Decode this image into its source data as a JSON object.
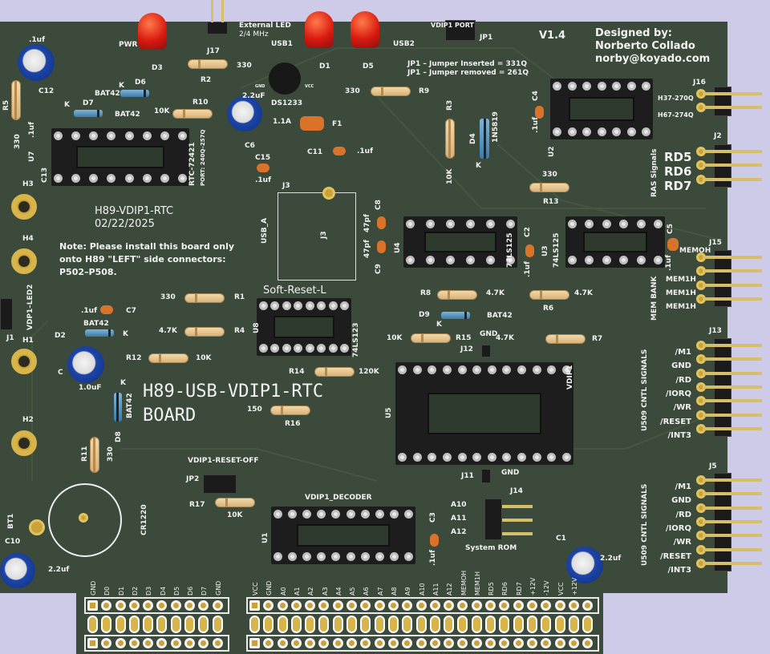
{
  "top": {
    "pwr": "PWR",
    "d3": "D3",
    "ext1": "External LED",
    "ext2": "2/4 MHz",
    "j17": "J17",
    "r2v": "330",
    "r2": "R2",
    "usb1": "USB1",
    "d1": "D1",
    "d5": "D5",
    "usb2": "USB2",
    "vdip_port": "VDIP1 PORT",
    "jp1": "JP1",
    "ver": "V1.4",
    "designed": "Designed by:",
    "name": "Norberto Collado",
    "email": "norby@koyado.com",
    "jp_in": "JP1 – Jumper Inserted  = 331Q",
    "jp_out": "JP1 – Jumper removed  = 261Q",
    "r9v": "330",
    "r9": "R9",
    "ds": "DS1233",
    "gnd": "GND",
    "vcc": "VCC"
  },
  "left": {
    "c12v": ".1uf",
    "c12": "C12",
    "r5": "R5",
    "bat1": "BAT42",
    "k1": "K",
    "d6": "D6",
    "k2": "K",
    "d7": "D7",
    "bat2": "BAT42",
    "r10v": "10K",
    "r10": "R10",
    "c6v": "2.2uF",
    "c6": "C6",
    "f1v": "1.1A",
    "f1": "F1",
    "c11": "C11",
    "c11v": ".1uf",
    "c15": "C15",
    "c15v": ".1uf",
    "u7c": ".1uf",
    "u7r": "330",
    "u7": "U7",
    "c13": "C13",
    "rtc": "RTC-72421",
    "port": "PORT: 240Q–257Q"
  },
  "right": {
    "r3": "R3",
    "r3v": "10K",
    "d4": "D4",
    "d4v": "1N5819",
    "k": "K",
    "c4": "C4",
    "c4v": ".1uf",
    "u2": "U2",
    "j16": "J16",
    "h37": "H37-270Q",
    "h67": "H67-274Q",
    "r13v": "330",
    "r13": "R13",
    "j2": "J2",
    "ras": "RAS Signals",
    "rd5": "RD5",
    "rd6": "RD6",
    "rd7": "RD7"
  },
  "mid": {
    "h3": "H3",
    "title": "H89-VDIP1-RTC",
    "date": "02/22/2025",
    "usba": "USB_A",
    "j3a": "J3",
    "j3b": "J3",
    "c8": "C8",
    "p47a": "47pf",
    "p47b": "47pf",
    "c9": "C9",
    "u4": "U4",
    "ls1": "74LS125",
    "c2": "C2",
    "c2v": ".1uf",
    "u3": "U3",
    "ls2": "74LS125",
    "c5": "C5",
    "c5v": ".1uf",
    "memoh": "MEMOH",
    "j15": "J15",
    "membank": "MEM BANK",
    "mem1": "MEM1H",
    "mem2": "MEM1H",
    "mem3": "MEM1H",
    "h4": "H4",
    "note1": "Note: Please install this board only",
    "note2": "onto H89 \"LEFT\" side connectors:",
    "note3": "P502–P508."
  },
  "center": {
    "soft": "Soft-Reset-L",
    "u8": "U8",
    "ls123": "74LS123",
    "r8": "R8",
    "r8v": "4.7K",
    "r6v": "4.7K",
    "r6": "R6",
    "d9": "D9",
    "bat": "BAT42",
    "k": "K",
    "r15v": "10K",
    "r15": "R15",
    "gnd": "GND",
    "j12": "J12",
    "r7v": "4.7K",
    "r7": "R7",
    "j13": "J13"
  },
  "lower": {
    "r1v": "330",
    "r1": "R1",
    "c7v": ".1uf",
    "c7": "C7",
    "r4v": "4.7K",
    "r4": "R4",
    "d2": "D2",
    "bat1": "BAT42",
    "k1": "K",
    "j1": "J1",
    "vled": "VDP1–LED2",
    "h1": "H1",
    "cc": "C",
    "c1v": "1.0uF",
    "r12": "R12",
    "r12v": "10K",
    "r14": "R14",
    "r14v": "120K",
    "vdip1": "VDIP1",
    "u5": "U5",
    "board1": "H89-USB-VDIP1-RTC",
    "board2": "BOARD",
    "k2": "K",
    "bat2": "BAT42",
    "d8": "D8",
    "r16v": "150",
    "r16": "R16",
    "h2": "H2",
    "r11": "R11",
    "r11v": "330"
  },
  "bottom": {
    "reset": "VDIP1-RESET-OFF",
    "jp2": "JP2",
    "r17": "R17",
    "r17v": "10K",
    "decoder": "VDIP1_DECODER",
    "u1": "U1",
    "c3": "C3",
    "c3v": ".1uf",
    "j11": "J11",
    "gnd": "GND",
    "j14": "J14",
    "a10": "A10",
    "a11": "A11",
    "a12": "A12",
    "rom": "System ROM",
    "cr": "CR1220",
    "bt1": "BT1",
    "c10": "C10",
    "c10v": "2.2uf",
    "c1": "C1",
    "c1v": "2.2uf",
    "j5": "J5",
    "cntl1": "U509 CNTL SIGNALS",
    "cntl2": "U509 CNTL SIGNALS"
  },
  "j13_pins": [
    "/M1",
    "GND",
    "/RD",
    "/IORQ",
    "/WR",
    "/RESET",
    "/INT3"
  ],
  "j5_pins": [
    "/M1",
    "GND",
    "/RD",
    "/IORQ",
    "/WR",
    "/RESET",
    "/INT3"
  ],
  "edge_left": [
    "GND",
    "D0",
    "D1",
    "D2",
    "D3",
    "D4",
    "D5",
    "D6",
    "D7",
    "GND"
  ],
  "edge_right": [
    "VCC",
    "GND",
    "A0",
    "A1",
    "A2",
    "A3",
    "A4",
    "A5",
    "A6",
    "A7",
    "A8",
    "A9",
    "A10",
    "A11",
    "A12",
    "MEMOH",
    "MEM1H",
    "RD5",
    "RD6",
    "RD7",
    "+12V",
    "-12V",
    "VCC",
    "+12V"
  ],
  "colors": {
    "board": "#3b4a3a",
    "silk": "#f2f2f2",
    "background": "#cdcbe8"
  }
}
